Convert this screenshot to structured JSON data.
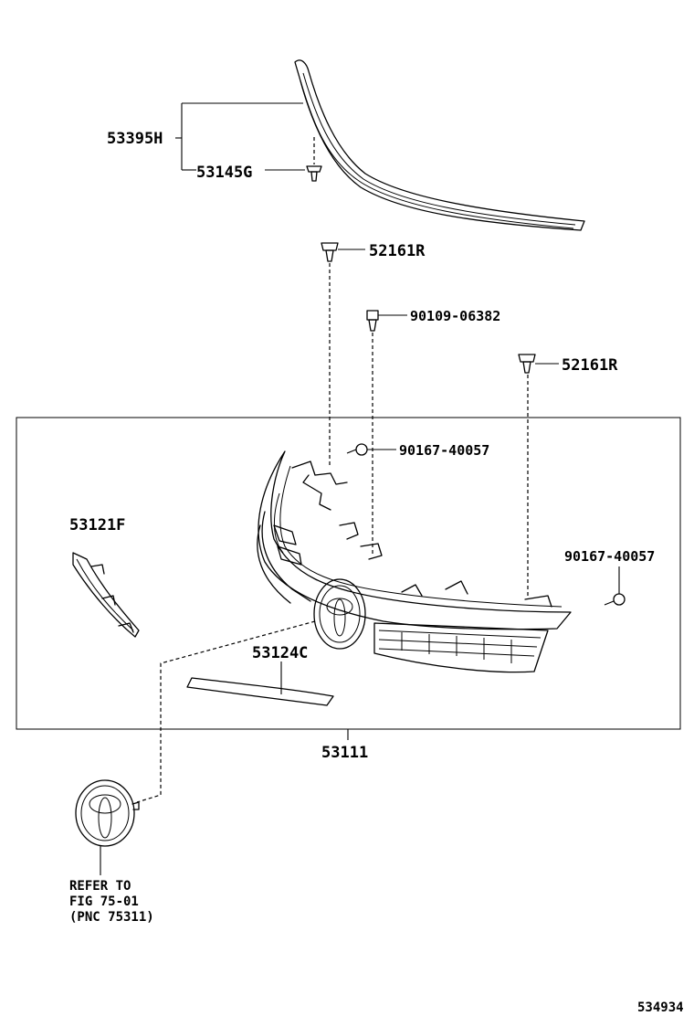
{
  "labels": {
    "molding_assy": "53395H",
    "molding_clip": "53145G",
    "clip_top": "52161R",
    "screw_top": "90109-06382",
    "clip_right": "52161R",
    "bolt_upper": "90167-40057",
    "bolt_right": "90167-40057",
    "side_molding": "53121F",
    "lower_molding": "53124C",
    "grille_assy": "53111",
    "refer_line1": "REFER TO",
    "refer_line2": "FIG 75-01",
    "refer_line3": "(PNC 75311)",
    "drawing_number": "534934"
  }
}
